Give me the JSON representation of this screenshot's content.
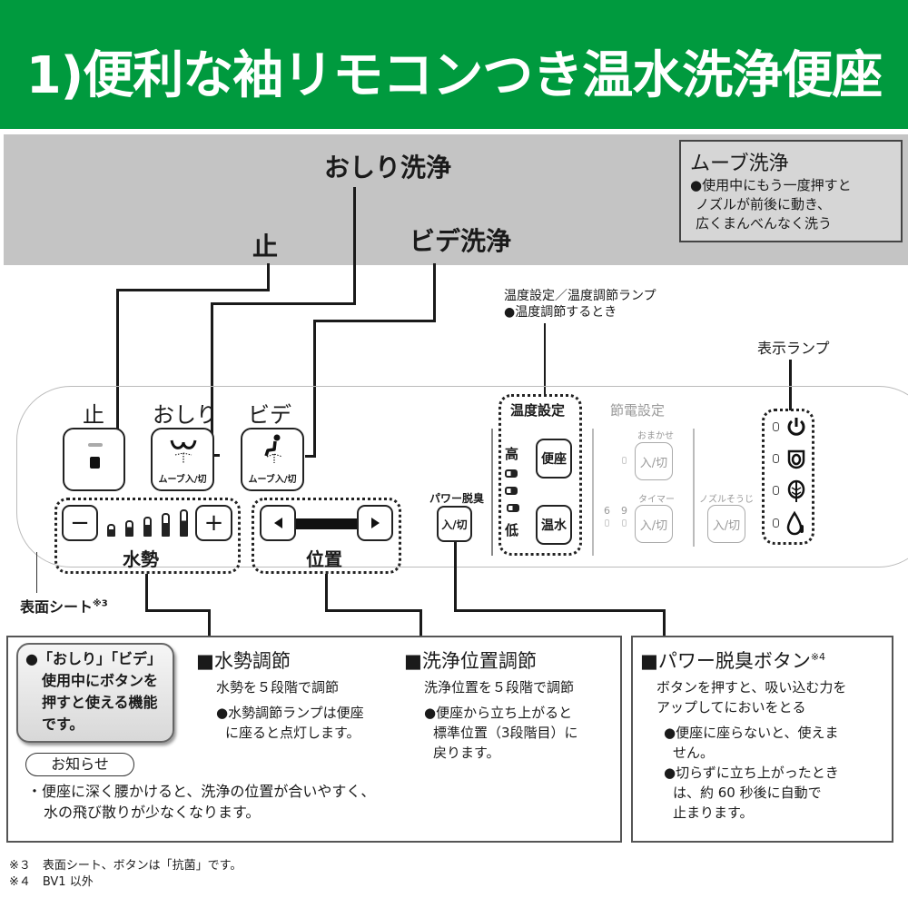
{
  "header": {
    "title": "1)便利な袖リモコンつき温水洗浄便座"
  },
  "colors": {
    "header_green": "#009a3e",
    "band_gray": "#c4c4c4"
  },
  "callouts": {
    "oshiri_wash": "おしり洗浄",
    "stop": "止",
    "bidet_wash": "ビデ洗浄",
    "temp_setting_line1": "温度設定／温度調節ランプ",
    "temp_setting_line2": "●温度調節するとき",
    "indicator_lamp": "表示ランプ",
    "surface_sheet": "表面シート",
    "surface_sheet_note": "※3"
  },
  "move_box": {
    "title": "ムーブ洗浄",
    "lines": [
      "●使用中にもう一度押すと",
      "ノズルが前後に動き、",
      "広くまんべんなく洗う"
    ]
  },
  "remote": {
    "stop_label": "止",
    "oshiri_label": "おしり",
    "bidet_label": "ビデ",
    "move_toggle": "ムーブ入/切",
    "minus": "−",
    "plus": "+",
    "water_pressure_label": "水勢",
    "water_pressure_levels": 5,
    "position_label": "位置",
    "power_deodorize_label": "パワー脱臭",
    "on_off": "入/切",
    "temp_setting_title": "温度設定",
    "temp_high": "高",
    "temp_low": "低",
    "seat_button": "便座",
    "water_button": "温水",
    "temp_levels": 3,
    "power_saving_title": "節電設定",
    "auto_label": "おまかせ",
    "timer_label": "タイマー",
    "timer_6": "6",
    "timer_9": "9",
    "nozzle_clean_label": "ノズルそうじ",
    "indicator_icons": [
      "power-icon",
      "seat-icon",
      "leaf-icon",
      "water-temp-icon"
    ]
  },
  "info": {
    "feature_note": [
      "●「おしり」「ビデ」",
      "使用中にボタンを",
      "押すと使える機能",
      "です。"
    ],
    "water_pressure": {
      "heading": "■水勢調節",
      "desc": "水勢を５段階で調節",
      "notes": [
        "●水勢調節ランプは便座",
        "に座ると点灯します。"
      ]
    },
    "wash_position": {
      "heading": "■洗浄位置調節",
      "desc": "洗浄位置を５段階で調節",
      "notes": [
        "●便座から立ち上がると",
        "標準位置（3段階目）に",
        "戻ります。"
      ]
    },
    "notice_label": "お知らせ",
    "notice_lines": [
      "・便座に深く腰かけると、洗浄の位置が合いやすく、",
      "水の飛び散りが少なくなります。"
    ],
    "power_deodorize": {
      "heading": "■パワー脱臭ボタン",
      "heading_note": "※4",
      "desc": [
        "ボタンを押すと、吸い込む力を",
        "アップしてにおいをとる"
      ],
      "notes": [
        "●便座に座らないと、使えま",
        "せん。",
        "●切らずに立ち上がったとき",
        "は、約 60 秒後に自動で",
        "止まります。"
      ]
    }
  },
  "footnotes": [
    "※３　表面シート、ボタンは「抗菌」です。",
    "※４　BV1 以外"
  ]
}
